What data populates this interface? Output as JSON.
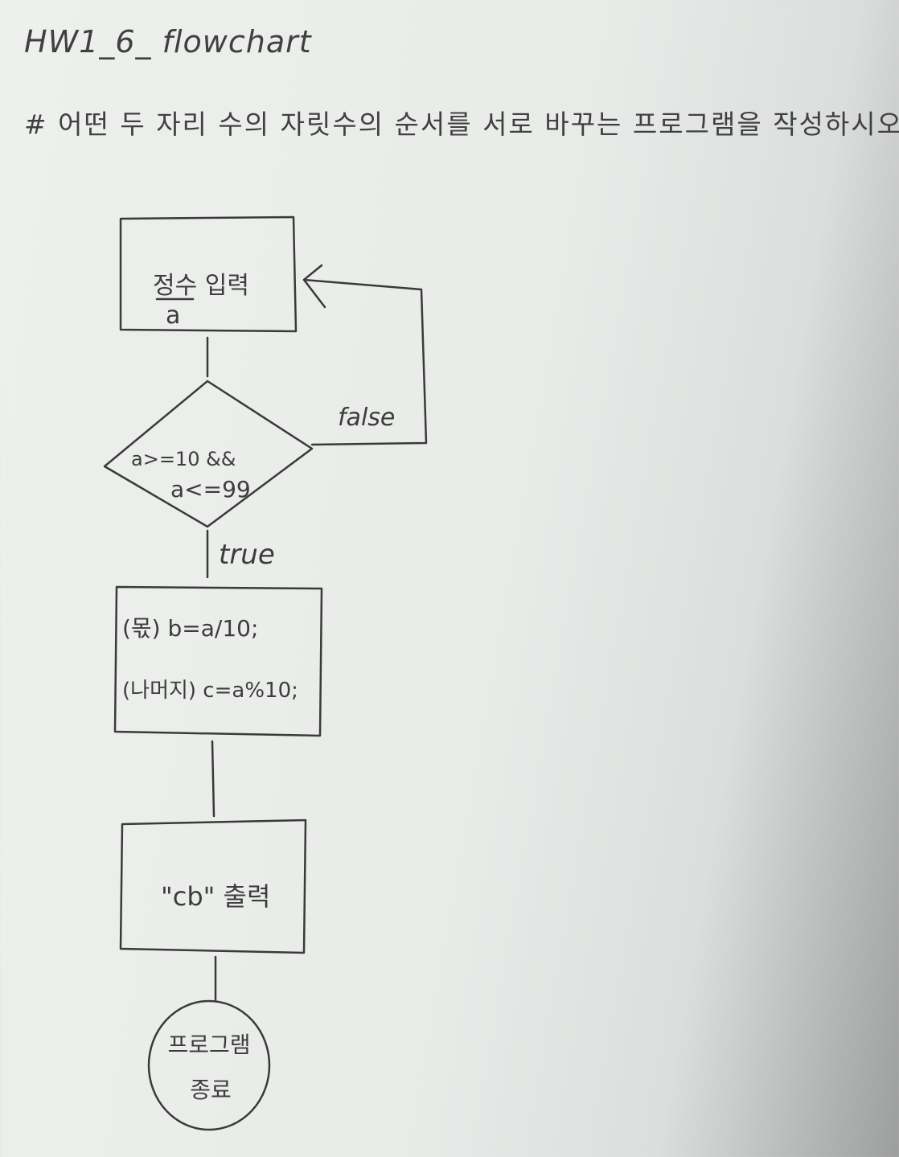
{
  "header": {
    "title": "HW1_6_ flowchart",
    "task": "# 어떤 두 자리 수의 자릿수의 순서를 서로 바꾸는 프로그램을 작성하시오."
  },
  "flowchart": {
    "input_node": {
      "line1": "정수 입력",
      "line2": "a"
    },
    "decision_node": {
      "line1": "a>=10 &&",
      "line2": "a<=99"
    },
    "edge_false": "false",
    "edge_true": "true",
    "process_node": {
      "line1": "(몫) b=a/10;",
      "line2": "(나머지) c=a%10;"
    },
    "output_node": {
      "text": "\"cb\" 출력"
    },
    "end_node": {
      "line1": "프로그램",
      "line2": "종료"
    }
  },
  "colors": {
    "ink": "#3a3a3a",
    "paper": "#eceeec"
  }
}
